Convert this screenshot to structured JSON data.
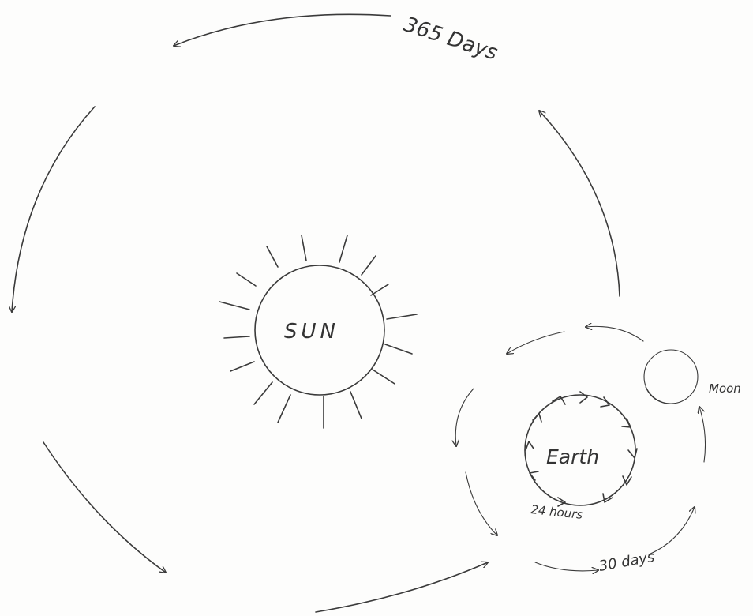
{
  "labels": {
    "year": "365 Days",
    "sun": "SUN",
    "earth": "Earth",
    "moon": "Moon",
    "day": "24 hours",
    "month": "30 days"
  },
  "colors": {
    "ink": "#3a3a3a",
    "paper": "#fdfdfc"
  }
}
